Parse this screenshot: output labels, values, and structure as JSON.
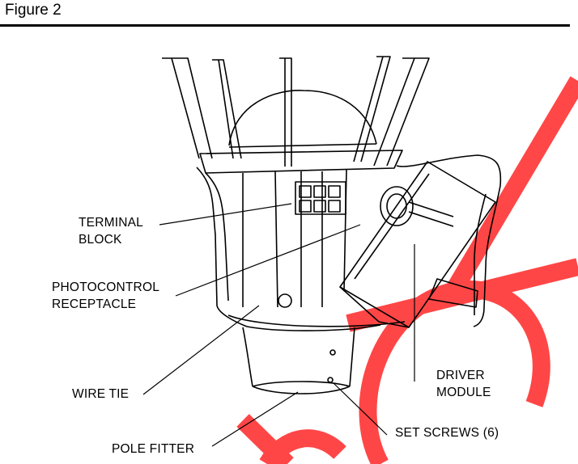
{
  "figure_title": "Figure 2",
  "watermark_color": "#ff3333",
  "labels": {
    "terminal_block": [
      "TERMINAL",
      "BLOCK"
    ],
    "photocontrol_receptacle": [
      "PHOTOCONTROL",
      "RECEPTACLE"
    ],
    "wire_tie": "WIRE TIE",
    "pole_fitter": "POLE FITTER",
    "driver_module": [
      "DRIVER",
      "MODULE"
    ],
    "set_screws": "SET SCREWS (6)"
  }
}
